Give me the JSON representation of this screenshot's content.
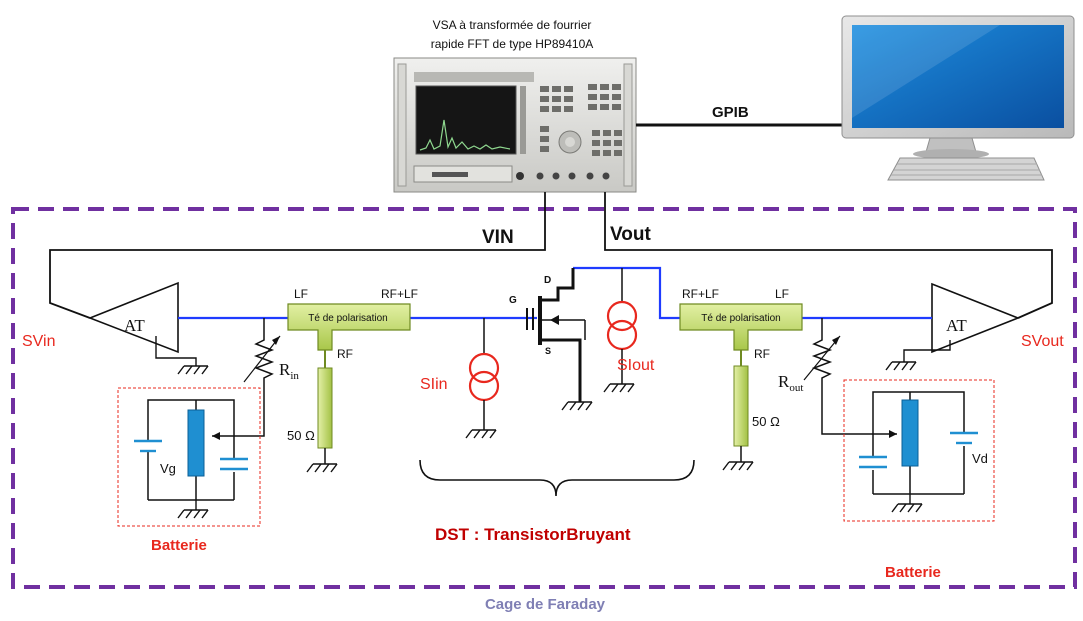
{
  "vsa": {
    "caption_line1": "VSA à transformée de fourrier",
    "caption_line2": "rapide FFT de type HP89410A"
  },
  "link_label": "GPIB",
  "signals": {
    "vin": "VIN",
    "vout": "Vout"
  },
  "amplifiers": {
    "input": "AT",
    "output": "AT"
  },
  "ports": {
    "svin": "SVin",
    "svout": "SVout"
  },
  "tee_left": {
    "label": "Té de polarisation",
    "lf": "LF",
    "rf_lf": "RF+LF",
    "rf": "RF",
    "load": "50 Ω"
  },
  "tee_right": {
    "label": "Té de polarisation",
    "lf": "LF",
    "rf_lf": "RF+LF",
    "rf": "RF",
    "load": "50 Ω"
  },
  "resistors": {
    "rin": "R",
    "rin_sub": "in",
    "rout": "R",
    "rout_sub": "out"
  },
  "sources": {
    "gate": "Vg",
    "drain": "Vd"
  },
  "noise": {
    "input": "SIin",
    "output": "SIout"
  },
  "transistor": {
    "gate": "G",
    "drain": "D",
    "source": "S"
  },
  "battery_left": "Batterie",
  "battery_right": "Batterie",
  "dut": "DST : TransistorBruyant",
  "cage": "Cage de Faraday",
  "colors": {
    "cage_border": "#7030a0",
    "rf_line": "#1f3bff",
    "label_red": "#e8281e",
    "dut_red": "#c00000",
    "tee_fill": "#c4de6a",
    "resistor_fill": "#1f8fd1"
  }
}
